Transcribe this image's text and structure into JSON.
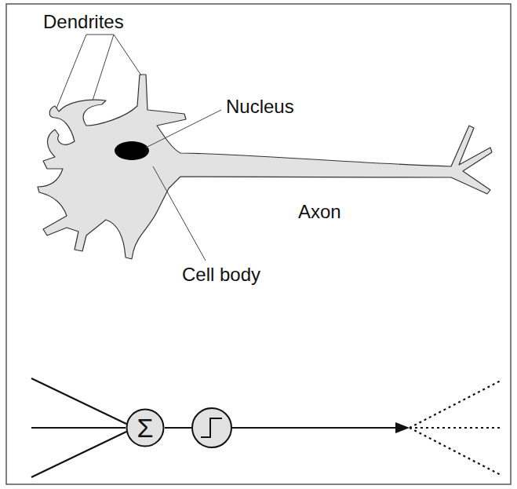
{
  "diagram": {
    "nodes": [
      {
        "text": [
          "Σ"
        ]
      }
    ],
    "labels": [
      "Dendrites",
      "Nucleus",
      "Axon",
      "Cell body"
    ]
  }
}
